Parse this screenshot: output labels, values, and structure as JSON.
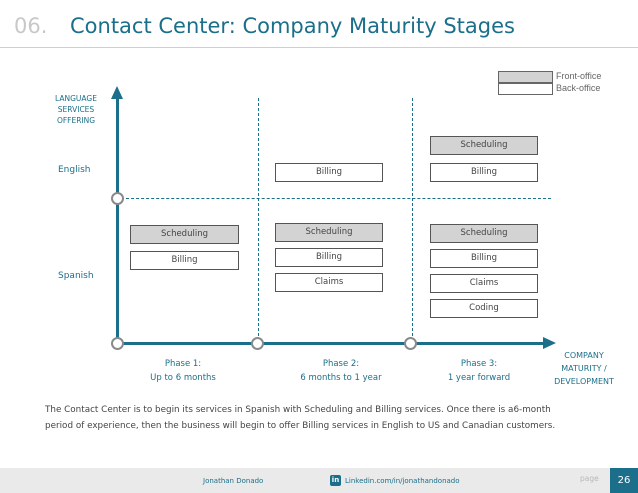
{
  "header": {
    "number": "06.",
    "title": "Contact Center: Company Maturity Stages"
  },
  "legend": {
    "front_label": "Front-office",
    "back_label": "Back-office",
    "front_color": "#d3d3d3",
    "back_color": "#ffffff"
  },
  "axes": {
    "y_title_lines": [
      "LANGUAGE",
      "SERVICES",
      "OFFERING"
    ],
    "x_title_lines": [
      "COMPANY",
      "MATURITY /",
      "DEVELOPMENT"
    ],
    "languages": {
      "english": "English",
      "spanish": "Spanish"
    }
  },
  "phases": [
    {
      "line1": "Phase 1:",
      "line2": "Up to 6 months"
    },
    {
      "line1": "Phase 2:",
      "line2": "6 months to 1 year"
    },
    {
      "line1": "Phase 3:",
      "line2": "1 year forward"
    }
  ],
  "services": {
    "phase1_spanish": [
      {
        "label": "Scheduling",
        "type": "front"
      },
      {
        "label": "Billing",
        "type": "back"
      }
    ],
    "phase2_english": [
      {
        "label": "Billing",
        "type": "back"
      }
    ],
    "phase2_spanish": [
      {
        "label": "Scheduling",
        "type": "front"
      },
      {
        "label": "Billing",
        "type": "back"
      },
      {
        "label": "Claims",
        "type": "back"
      }
    ],
    "phase3_english": [
      {
        "label": "Scheduling",
        "type": "front"
      },
      {
        "label": "Billing",
        "type": "back"
      }
    ],
    "phase3_spanish": [
      {
        "label": "Scheduling",
        "type": "front"
      },
      {
        "label": "Billing",
        "type": "back"
      },
      {
        "label": "Claims",
        "type": "back"
      },
      {
        "label": "Coding",
        "type": "back"
      }
    ]
  },
  "caption": {
    "line1": "The Contact Center is to begin its services in Spanish with Scheduling and Billing services. Once there is a6-month",
    "line2": "period of experience, then the business will begin to offer Billing services in English to US and Canadian customers."
  },
  "footer": {
    "author": "Jonathan Donado",
    "linkedin_icon": "in",
    "link": "Linkedin.com/in/jonathandonado",
    "page_word": "page",
    "page_number": "26"
  },
  "colors": {
    "accent": "#1b6f8a",
    "node_border": "#8a8a8a"
  }
}
